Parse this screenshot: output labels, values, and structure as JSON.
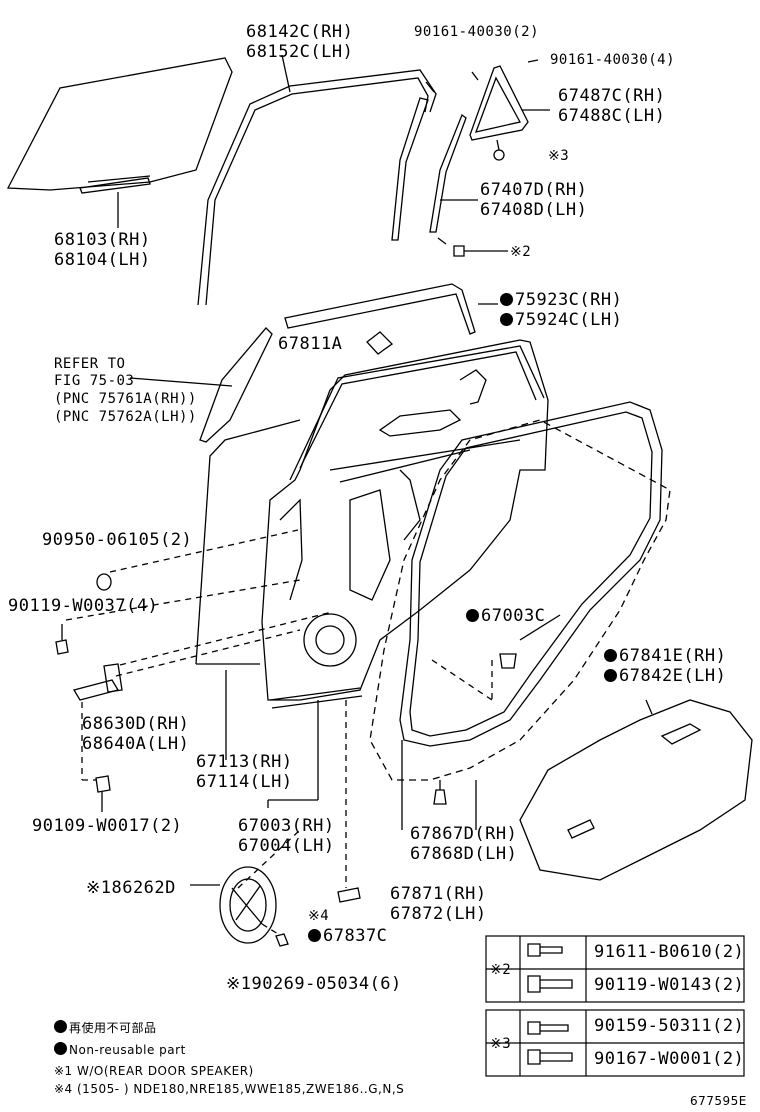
{
  "parts": {
    "p68142": "68142C(RH)",
    "p68152": "68152C(LH)",
    "p90161a": "90161-40030(2)",
    "p90161b": "90161-40030(4)",
    "p67487": "67487C(RH)",
    "p67488": "67488C(LH)",
    "n3a": "※3",
    "p67407": "67407D(RH)",
    "p67408": "67408D(LH)",
    "n2a": "※2",
    "p68103": "68103(RH)",
    "p68104": "68104(LH)",
    "p75923": "75923C(RH)",
    "p75924": "75924C(LH)",
    "p67811": "67811A",
    "refer1": "REFER TO",
    "refer2": "FIG 75-03",
    "refer3": "(PNC 75761A(RH))",
    "refer4": "(PNC 75762A(LH))",
    "p90950": "90950-06105(2)",
    "p90119": "90119-W0037(4)",
    "p67003c": "67003C",
    "p67841": "67841E(RH)",
    "p67842": "67842E(LH)",
    "p68630": "68630D(RH)",
    "p68640": "68640A(LH)",
    "p67113": "67113(RH)",
    "p67114": "67114(LH)",
    "p90109": "90109-W0017(2)",
    "p67003": "67003(RH)",
    "p67004": "67004(LH)",
    "p67867": "67867D(RH)",
    "p67868": "67868D(LH)",
    "p86262": "※186262D",
    "p67871": "67871(RH)",
    "p67872": "67872(LH)",
    "n4": "※4",
    "p67837": "67837C",
    "p90269": "※190269-05034(6)"
  },
  "table2": {
    "mark": "※2",
    "rows": [
      "91611-B0610(2)",
      "90119-W0143(2)"
    ]
  },
  "table3": {
    "mark": "※3",
    "rows": [
      "90159-50311(2)",
      "90167-W0001(2)"
    ]
  },
  "legend": {
    "reuse_jp": "再使用不可部品",
    "reuse_en": "Non-reusable part",
    "note1": "※1 W/O(REAR DOOR SPEAKER)",
    "note4": "※4 (1505-      ) NDE180,NRE185,WWE185,ZWE186..G,N,S"
  },
  "figure_code": "677595E"
}
